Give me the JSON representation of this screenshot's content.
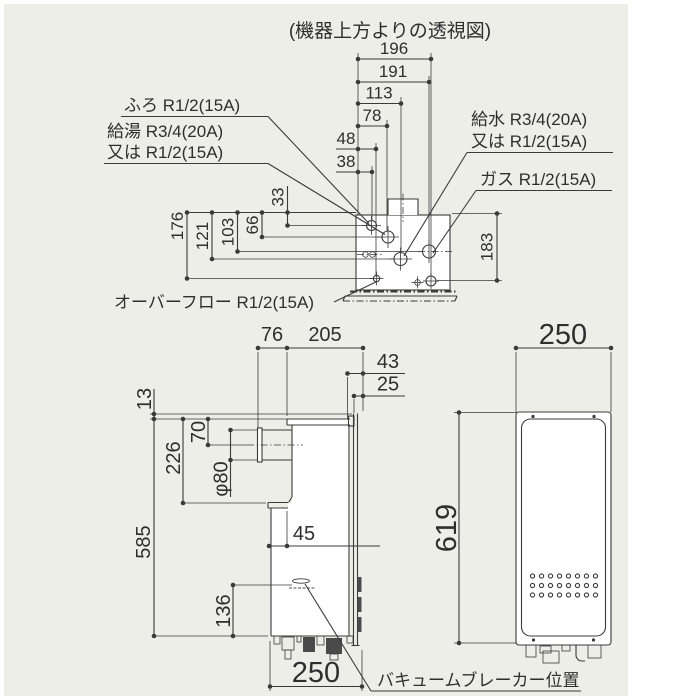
{
  "title": "(機器上方よりの透視図)",
  "colors": {
    "background": "#eeeee8",
    "line": "#3a3a3a",
    "text": "#2e2e2e",
    "unit_fill": "#ffffff"
  },
  "top_view": {
    "dims": {
      "w196": "196",
      "w191": "191",
      "w113": "113",
      "w78": "78",
      "w48": "48",
      "w38": "38",
      "h33": "33",
      "h66": "66",
      "h103": "103",
      "h121": "121",
      "h176": "176",
      "h183": "183"
    },
    "labels": {
      "furo": "ふろ R1/2(15A)",
      "kyuto1": "給湯 R3/4(20A)",
      "kyuto2": "又は R1/2(15A)",
      "kyusui1": "給水 R3/4(20A)",
      "kyusui2": "又は R1/2(15A)",
      "gas": "ガス R1/2(15A)",
      "overflow": "オーバーフロー R1/2(15A)"
    }
  },
  "side_view": {
    "dims": {
      "d76": "76",
      "d205": "205",
      "d43": "43",
      "d25": "25",
      "d13": "13",
      "d70": "70",
      "d226": "226",
      "d80": "φ80",
      "d585": "585",
      "d45": "45",
      "d136": "136",
      "d250": "250"
    },
    "labels": {
      "vacuum": "バキュームブレーカー位置"
    }
  },
  "front_view": {
    "dims": {
      "d250": "250",
      "d619": "619"
    }
  }
}
